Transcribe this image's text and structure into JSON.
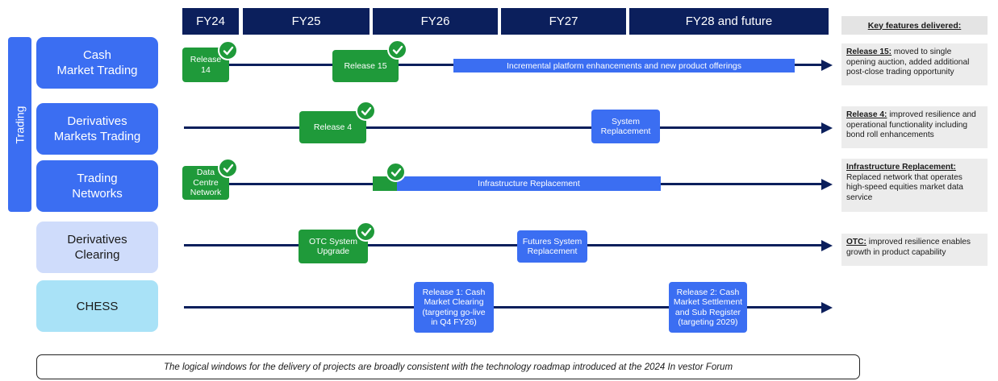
{
  "timeline": {
    "periods": [
      "FY24",
      "FY25",
      "FY26",
      "FY27",
      "FY28 and future"
    ]
  },
  "side_group": {
    "label": "Trading"
  },
  "key_features": {
    "header": "Key features delivered:",
    "items": [
      {
        "title": "Release 15:",
        "text": " moved to single opening auction, added additional post-close trading opportunity"
      },
      {
        "title": "Release 4:",
        "text": " improved resilience and operational functionality including bond roll enhancements"
      },
      {
        "title": "Infrastructure Replacement:",
        "text": " Replaced network that operates high-speed equities market data service"
      },
      {
        "title": "OTC:",
        "text": " improved resilience enables growth in product capability"
      }
    ]
  },
  "rows": [
    {
      "label": "Cash\nMarket Trading",
      "milestones": [
        {
          "label": "Release\n14",
          "status": "completed"
        },
        {
          "label": "Release 15",
          "status": "completed"
        }
      ],
      "bar": {
        "label": "Incremental platform enhancements and new product offerings"
      }
    },
    {
      "label": "Derivatives\nMarkets Trading",
      "milestones": [
        {
          "label": "Release 4",
          "status": "completed"
        },
        {
          "label": "System\nReplacement",
          "status": "planned"
        }
      ]
    },
    {
      "label": "Trading\nNetworks",
      "milestones": [
        {
          "label": "Data\nCentre\nNetwork",
          "status": "completed"
        }
      ],
      "bar": {
        "label": "Infrastructure Replacement",
        "status": "completed-start"
      }
    },
    {
      "label": "Derivatives\nClearing",
      "milestones": [
        {
          "label": "OTC System\nUpgrade",
          "status": "completed"
        },
        {
          "label": "Futures System\nReplacement",
          "status": "planned"
        }
      ]
    },
    {
      "label": "CHESS",
      "milestones": [
        {
          "label": "Release 1: Cash\nMarket Clearing\n(targeting go-live\nin Q4 FY26)",
          "status": "planned"
        },
        {
          "label": "Release 2: Cash\nMarket Settlement\nand Sub Register\n(targeting 2029)",
          "status": "planned"
        }
      ]
    }
  ],
  "footer": {
    "text": "The logical windows for the delivery of projects are broadly consistent with the technology roadmap introduced at the 2024 In vestor Forum"
  },
  "colors": {
    "navy": "#0b1f5c",
    "blue": "#3b6ef2",
    "green": "#1f9a3a",
    "pale_blue": "#cfdcfb",
    "cyan": "#a9e2f7",
    "grey": "#ececec"
  }
}
